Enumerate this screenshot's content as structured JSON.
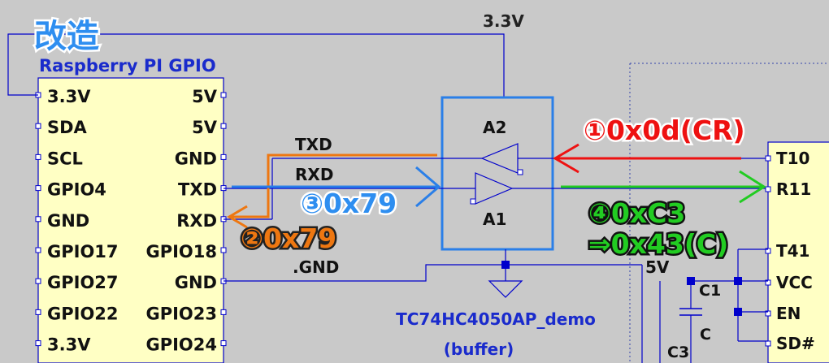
{
  "header": {
    "title": "改造"
  },
  "gpio": {
    "title": "Raspberry PI GPIO",
    "left_pins": [
      "3.3V",
      "SDA",
      "SCL",
      "GPIO4",
      "GND",
      "GPIO17",
      "GPIO27",
      "GPIO22",
      "3.3V"
    ],
    "right_pins": [
      "5V",
      "5V",
      "GND",
      "TXD",
      "RXD",
      "GPIO18",
      "GND",
      "GPIO23",
      "GPIO24"
    ]
  },
  "power": {
    "v33": "3.3V",
    "v5": "5V",
    "gnd": ".GND"
  },
  "signals": {
    "txd": "TXD",
    "rxd": "RXD"
  },
  "buffer_ic": {
    "top_gate": "A2",
    "bottom_gate": "A1",
    "name": "TC74HC4050AP_demo",
    "subtitle": "(buffer)"
  },
  "right_chip": {
    "pins": [
      "T10",
      "R11",
      "T41",
      "VCC",
      "EN",
      "SD#"
    ]
  },
  "caps": {
    "c1": "C1",
    "c_small": "C",
    "c3": "C3"
  },
  "annotations": {
    "a1": "①0x0d(CR)",
    "a2": "②0x79",
    "a3": "③0x79",
    "a4_line1": "④0xC3",
    "a4_line2": "⇒0x43(C)"
  },
  "colors": {
    "wire": "#0000cc",
    "chip_fill": "#ffffc4",
    "red": "#ee1111",
    "orange": "#ee7711",
    "blue": "#2a7fe8",
    "green": "#22cc22"
  }
}
